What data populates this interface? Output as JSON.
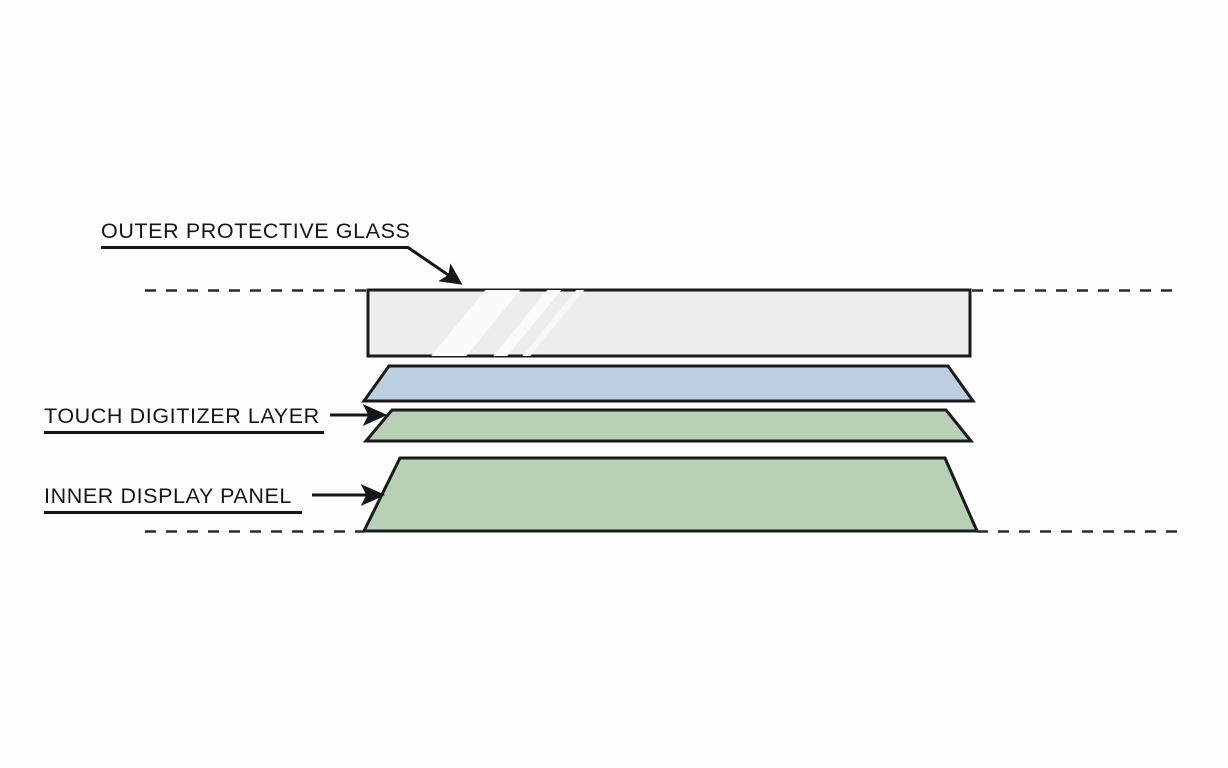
{
  "diagram": {
    "title": "Display Stack Cross-Section",
    "type": "exploded-layer-cross-section",
    "background_color": "#fdfdfd",
    "outline_color": "#1a1a1a",
    "labels": [
      {
        "id": "outer-protective-glass",
        "text": "OUTER PROTECTIVE GLASS",
        "leader_style": "underline-elbow-arrow",
        "points_to": "glass-layer"
      },
      {
        "id": "touch-digitizer-layer",
        "text": "TOUCH DIGITIZER LAYER",
        "leader_style": "underline-horizontal-arrow",
        "points_to": "digitizer-layer"
      },
      {
        "id": "inner-display-panel",
        "text": "INNER DISPLAY PANEL",
        "leader_style": "underline-horizontal-arrow",
        "points_to": "display-panel-layer"
      }
    ],
    "layers": [
      {
        "id": "glass-layer",
        "name": "outer protective glass",
        "shape": "rectangle",
        "fill": "#ededec",
        "has_highlight": true,
        "highlight_fill": "#fbfbfb"
      },
      {
        "id": "adhesive-layer",
        "name": "blue bonding layer",
        "shape": "trapezoid",
        "fill": "#bdd0e2"
      },
      {
        "id": "digitizer-layer",
        "name": "touch digitizer layer",
        "shape": "trapezoid",
        "fill": "#b8d0b5"
      },
      {
        "id": "display-panel-layer",
        "name": "inner display panel",
        "shape": "trapezoid",
        "fill": "#b8d0b5"
      }
    ],
    "reference_lines": [
      {
        "id": "top-reference-line",
        "style": "dashed",
        "side": "left"
      },
      {
        "id": "top-reference-line-right",
        "style": "dashed",
        "side": "right"
      },
      {
        "id": "bottom-reference-line",
        "style": "dashed",
        "side": "left"
      },
      {
        "id": "bottom-reference-line-right",
        "style": "dashed",
        "side": "right"
      }
    ]
  }
}
